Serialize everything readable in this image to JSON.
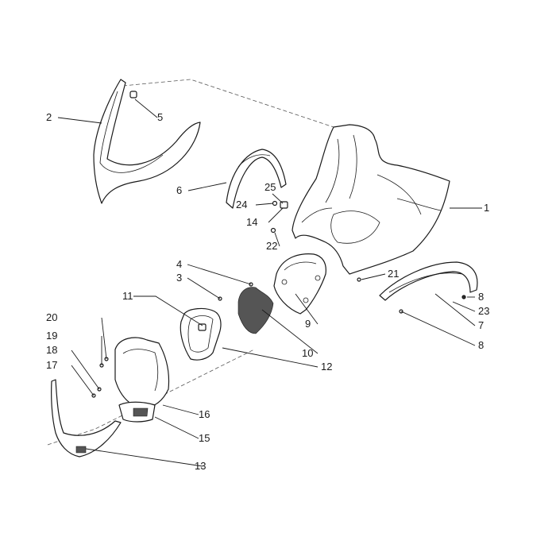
{
  "callouts": [
    "1",
    "2",
    "3",
    "4",
    "5",
    "6",
    "7",
    "8",
    "8",
    "9",
    "10",
    "11",
    "12",
    "13",
    "14",
    "15",
    "16",
    "17",
    "18",
    "19",
    "20",
    "21",
    "22",
    "23",
    "24",
    "25"
  ],
  "colors": {
    "line": "#1a1a1a",
    "background": "#ffffff"
  }
}
